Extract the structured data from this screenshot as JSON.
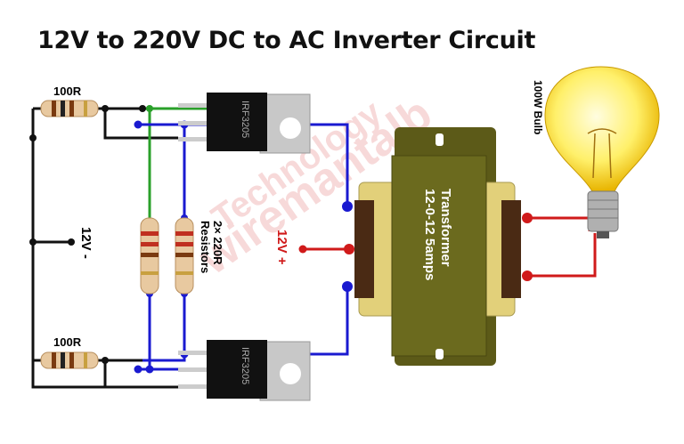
{
  "title": "12V to 220V DC to AC Inverter Circuit",
  "labels": {
    "resistor_top": "100R",
    "resistor_bottom": "100R",
    "mosfet_top": "IRF3205",
    "mosfet_bottom": "IRF3205",
    "negative": "12V -",
    "positive": "12V +",
    "resistors_line1": "Resistors",
    "resistors_line2": "2× 220R",
    "transformer_line1": "Transformer",
    "transformer_line2": "12-0-12 5amps",
    "bulb": "100W Bulb"
  },
  "watermark": [
    "Technology",
    "wiremantalb"
  ],
  "colors": {
    "wire_blue": "#1a1ad0",
    "wire_red": "#d01a1a",
    "wire_green": "#2aa02a",
    "transformer_core": "#6b6a1e",
    "winding": "#e2d07a"
  }
}
